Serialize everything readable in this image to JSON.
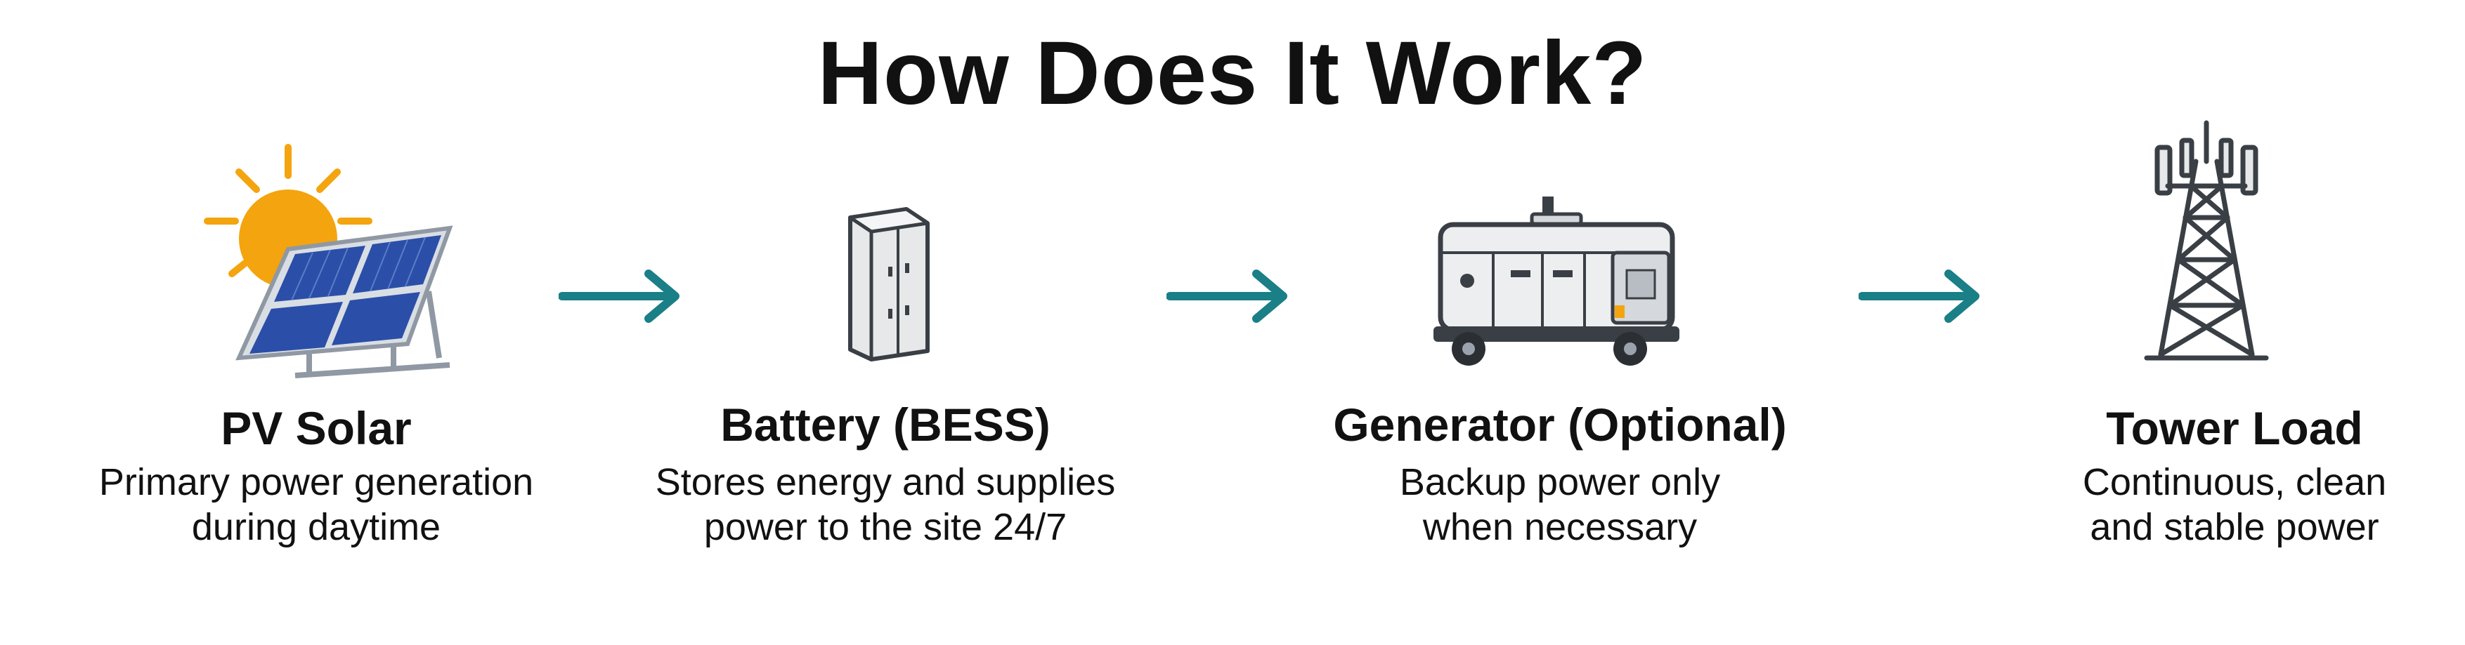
{
  "title": "How Does It Work?",
  "colors": {
    "arrow": "#1a7f86",
    "sun": "#f4a40e",
    "panel": "#2b4fa8",
    "frame": "#9aa3ad"
  },
  "steps": [
    {
      "label": "PV Solar",
      "description": "Primary power generation\nduring daytime",
      "icon": "solar-panel-icon"
    },
    {
      "label": "Battery (BESS)",
      "description": "Stores energy and supplies\npower to the site 24/7",
      "icon": "battery-cabinet-icon"
    },
    {
      "label": "Generator (Optional)",
      "description": "Backup power only\nwhen necessary",
      "icon": "generator-icon"
    },
    {
      "label": "Tower Load",
      "description": "Continuous, clean\nand stable power",
      "icon": "telecom-tower-icon"
    }
  ]
}
